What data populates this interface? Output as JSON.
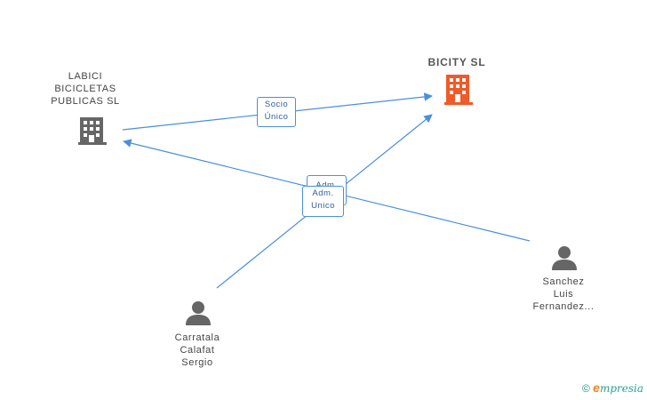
{
  "nodes": {
    "labici": {
      "label": "LABICI\nBICICLETAS\nPUBLICAS SL",
      "icon": "building-icon",
      "color": "#666666"
    },
    "bicity": {
      "label": "BICITY SL",
      "icon": "building-icon",
      "color": "#f05a28"
    },
    "carratala": {
      "label": "Carratala\nCalafat\nSergio",
      "icon": "person-icon",
      "color": "#666666"
    },
    "sanchez": {
      "label": "Sanchez\nLuis\nFernandez...",
      "icon": "person-icon",
      "color": "#666666"
    }
  },
  "edges": {
    "socio": {
      "label": "Socio\nÚnico"
    },
    "adm_back": {
      "label": "Adm."
    },
    "adm_front": {
      "label": "Adm.\nUnico"
    }
  },
  "edge_color": "#4a8fdc",
  "footer": {
    "copyright": "©",
    "brand_e": "e",
    "brand_rest": "mpresia"
  }
}
